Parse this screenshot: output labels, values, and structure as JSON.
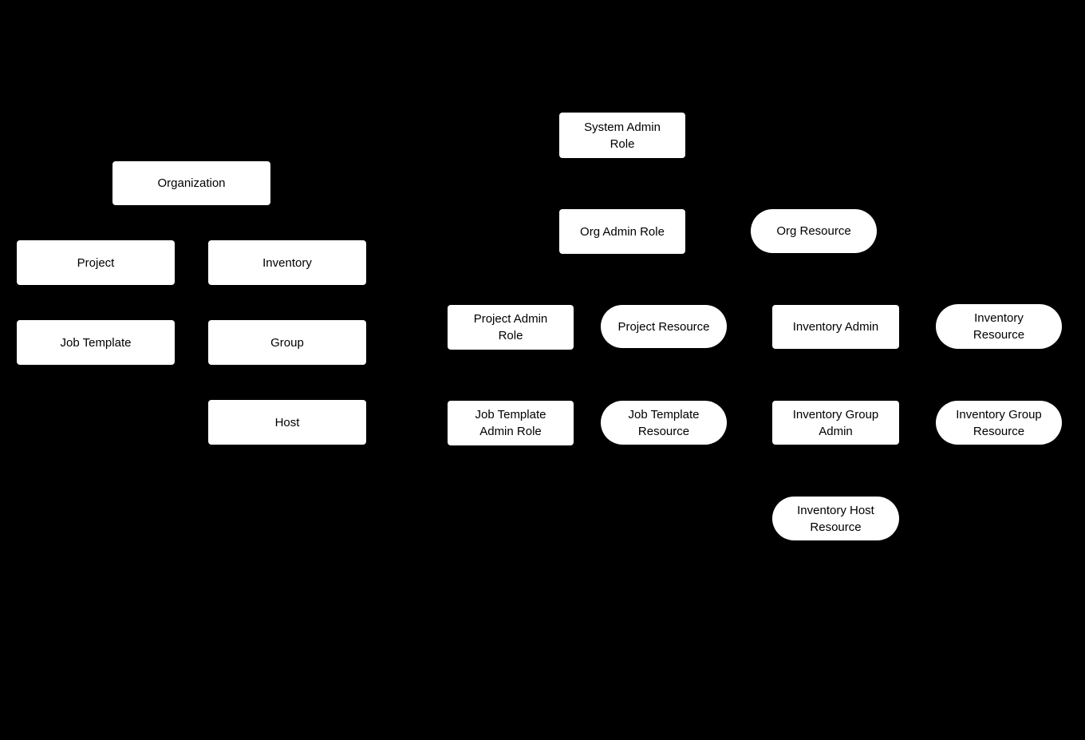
{
  "canvas": {
    "background_color": "#000000",
    "node_fill_color": "#ffffff",
    "node_text_color": "#000000"
  },
  "diagram": {
    "nodes": [
      {
        "id": "organization",
        "label": "Organization",
        "shape": "rect"
      },
      {
        "id": "project",
        "label": "Project",
        "shape": "rect"
      },
      {
        "id": "inventory",
        "label": "Inventory",
        "shape": "rect"
      },
      {
        "id": "job-template",
        "label": "Job Template",
        "shape": "rect"
      },
      {
        "id": "group",
        "label": "Group",
        "shape": "rect"
      },
      {
        "id": "host",
        "label": "Host",
        "shape": "rect"
      },
      {
        "id": "system-admin-role",
        "label": "System Admin\nRole",
        "shape": "rect"
      },
      {
        "id": "org-admin-role",
        "label": "Org Admin Role",
        "shape": "rect"
      },
      {
        "id": "org-resource",
        "label": "Org Resource",
        "shape": "pill"
      },
      {
        "id": "project-admin-role",
        "label": "Project Admin\nRole",
        "shape": "rect"
      },
      {
        "id": "project-resource",
        "label": "Project Resource",
        "shape": "pill"
      },
      {
        "id": "inventory-admin",
        "label": "Inventory Admin",
        "shape": "rect"
      },
      {
        "id": "inventory-resource",
        "label": "Inventory\nResource",
        "shape": "pill"
      },
      {
        "id": "job-template-admin-role",
        "label": "Job Template\nAdmin Role",
        "shape": "rect"
      },
      {
        "id": "job-template-resource",
        "label": "Job Template\nResource",
        "shape": "pill"
      },
      {
        "id": "inventory-group-admin",
        "label": "Inventory Group\nAdmin",
        "shape": "rect"
      },
      {
        "id": "inventory-group-resource",
        "label": "Inventory Group\nResource",
        "shape": "pill"
      },
      {
        "id": "inventory-host-resource",
        "label": "Inventory Host\nResource",
        "shape": "pill"
      }
    ]
  }
}
